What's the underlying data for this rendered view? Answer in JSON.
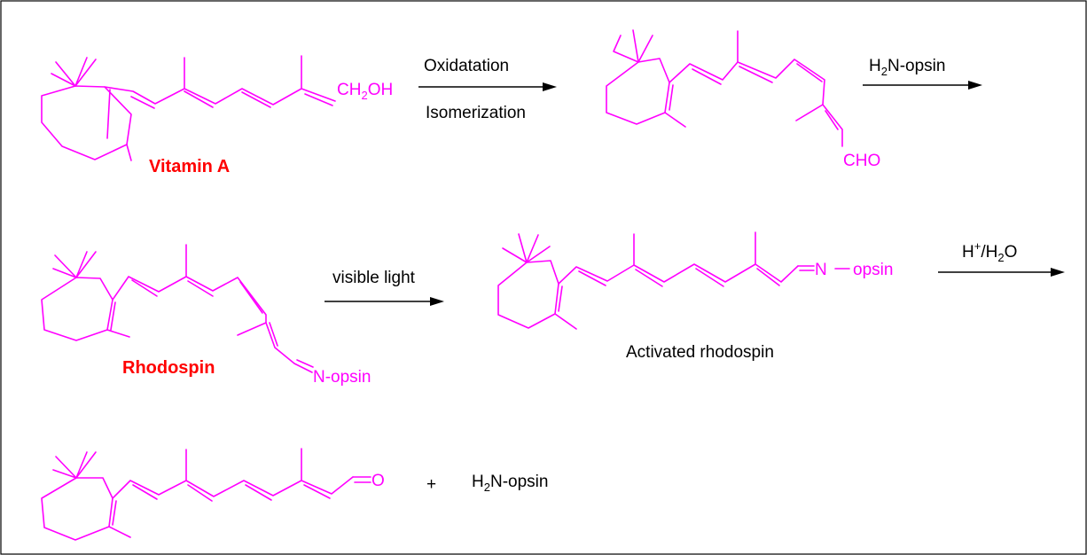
{
  "colors": {
    "molecule": "#ff00ff",
    "name_label": "#ff0000",
    "text": "#000000"
  },
  "row1": {
    "vitamin_a": {
      "group": "CH2OH",
      "group_main": "CH",
      "group_sub": "2",
      "group_tail": "OH",
      "name": "Vitamin A"
    },
    "arrow1": {
      "top": "Oxidatation",
      "bottom": "Isomerization"
    },
    "retinal_cis": {
      "group": "CHO"
    },
    "arrow2": {
      "top_main": "H",
      "top_sub": "2",
      "top_tail": "N-opsin"
    }
  },
  "row2": {
    "rhodopsin": {
      "group": "N-opsin",
      "name": "Rhodospin"
    },
    "arrow3": {
      "top": "visible light"
    },
    "activated": {
      "group_n": "N",
      "group_tail": "opsin",
      "caption": "Activated rhodospin"
    },
    "arrow4": {
      "top_main": "H",
      "top_sup": "+",
      "top_mid": "/H",
      "top_sub": "2",
      "top_tail": "O"
    }
  },
  "row3": {
    "retinal_trans": {
      "group": "O"
    },
    "plus": "+",
    "opsin": {
      "main": "H",
      "sub": "2",
      "tail": "N-opsin"
    }
  }
}
